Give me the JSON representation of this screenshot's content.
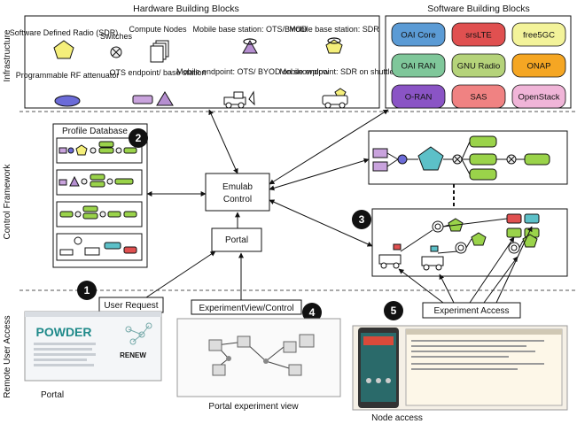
{
  "layers": {
    "infrastructure": "Infrastructure",
    "control": "Control Framework",
    "remote": "Remote User Access"
  },
  "hardware": {
    "title": "Hardware Building Blocks",
    "sdr": "Software Defined Radio (SDR)",
    "switches": "Switches",
    "compute": "Compute Nodes",
    "ots_bs": "Mobile base station: OTS/BYOD",
    "sdr_bs": "Mobile base station: SDR",
    "attenuator": "Programmable RF attenuator",
    "ots_endpoint": "OTS endpoint/ base station",
    "snowplow": "Mobile endpoint: OTS/ BYOD on snowplow",
    "shuttle": "Mobile endpoint: SDR on shuttle"
  },
  "software": {
    "title": "Software Building Blocks",
    "blocks": [
      {
        "label": "OAI Core",
        "color": "#5b9bd5"
      },
      {
        "label": "srsLTE",
        "color": "#e05050"
      },
      {
        "label": "free5GC",
        "color": "#f3f39a"
      },
      {
        "label": "OAI RAN",
        "color": "#7fc79a"
      },
      {
        "label": "GNU Radio",
        "color": "#b5d37a"
      },
      {
        "label": "ONAP",
        "color": "#f5a623"
      },
      {
        "label": "O-RAN",
        "color": "#8a54c5"
      },
      {
        "label": "SAS",
        "color": "#f08282"
      },
      {
        "label": "OpenStack",
        "color": "#f0b5d8"
      }
    ]
  },
  "control": {
    "profile_db": "Profile Database",
    "emulab": "Emulab Control",
    "portal": "Portal"
  },
  "badges": [
    "1",
    "2",
    "3",
    "4",
    "5"
  ],
  "remote": {
    "user_request": "User Request",
    "experiment_view": "ExperimentView/Control",
    "experiment_access": "Experiment Access",
    "portal_caption": "Portal",
    "portal_experiment_view": "Portal experiment view",
    "node_access": "Node access",
    "powder_logo": "POWDER",
    "renew_logo": "RENEW"
  },
  "colors": {
    "pentagon": "#f5ef7a",
    "triangle": "#b58ed0",
    "attenuator": "#6b6bd8",
    "lavender": "#c9a3dd",
    "green": "#9ad34a",
    "red": "#e05050",
    "teal": "#5cc0c8",
    "orange": "#f5a623"
  }
}
